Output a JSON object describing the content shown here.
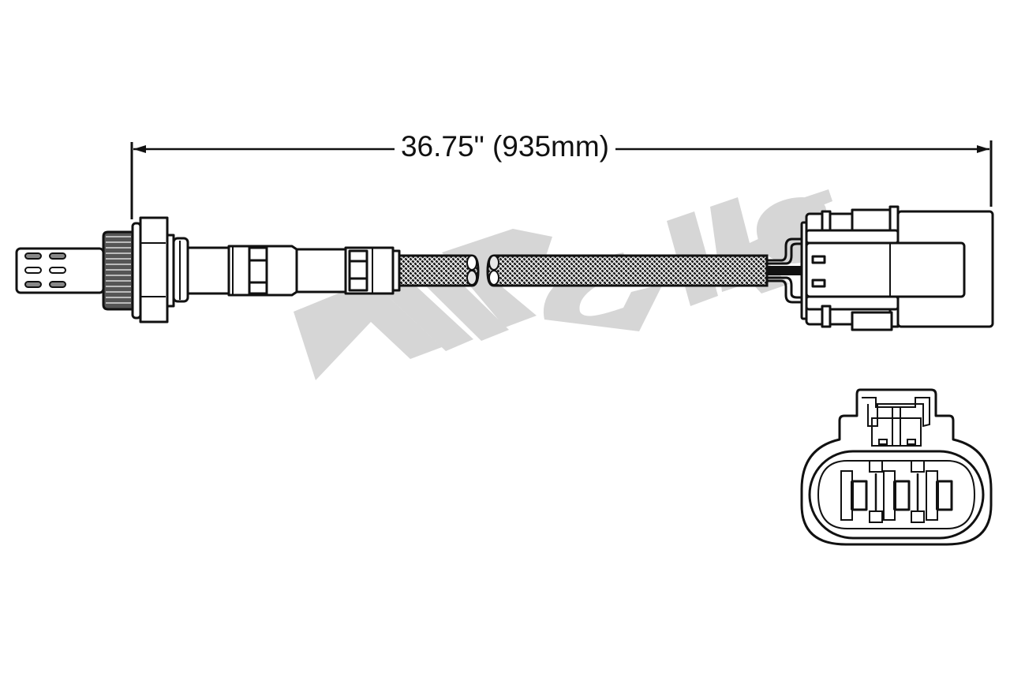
{
  "dimension": {
    "label": "36.75\" (935mm)",
    "inches": 36.75,
    "millimeters": 935
  },
  "watermark": {
    "text": "Walker",
    "color": "#d6d6d6"
  },
  "colors": {
    "line": "#111111",
    "background": "#ffffff",
    "braid_fill": "#bdbdbd"
  },
  "parts": {
    "sensor_probe": "sensor-tip",
    "threaded_body": "thread-hex-nut",
    "wire_harness": "braided-sleeve",
    "connector_side": "connector-side-view",
    "connector_face": "3-pin-connector-face-view"
  },
  "connector": {
    "pin_count": 3
  }
}
